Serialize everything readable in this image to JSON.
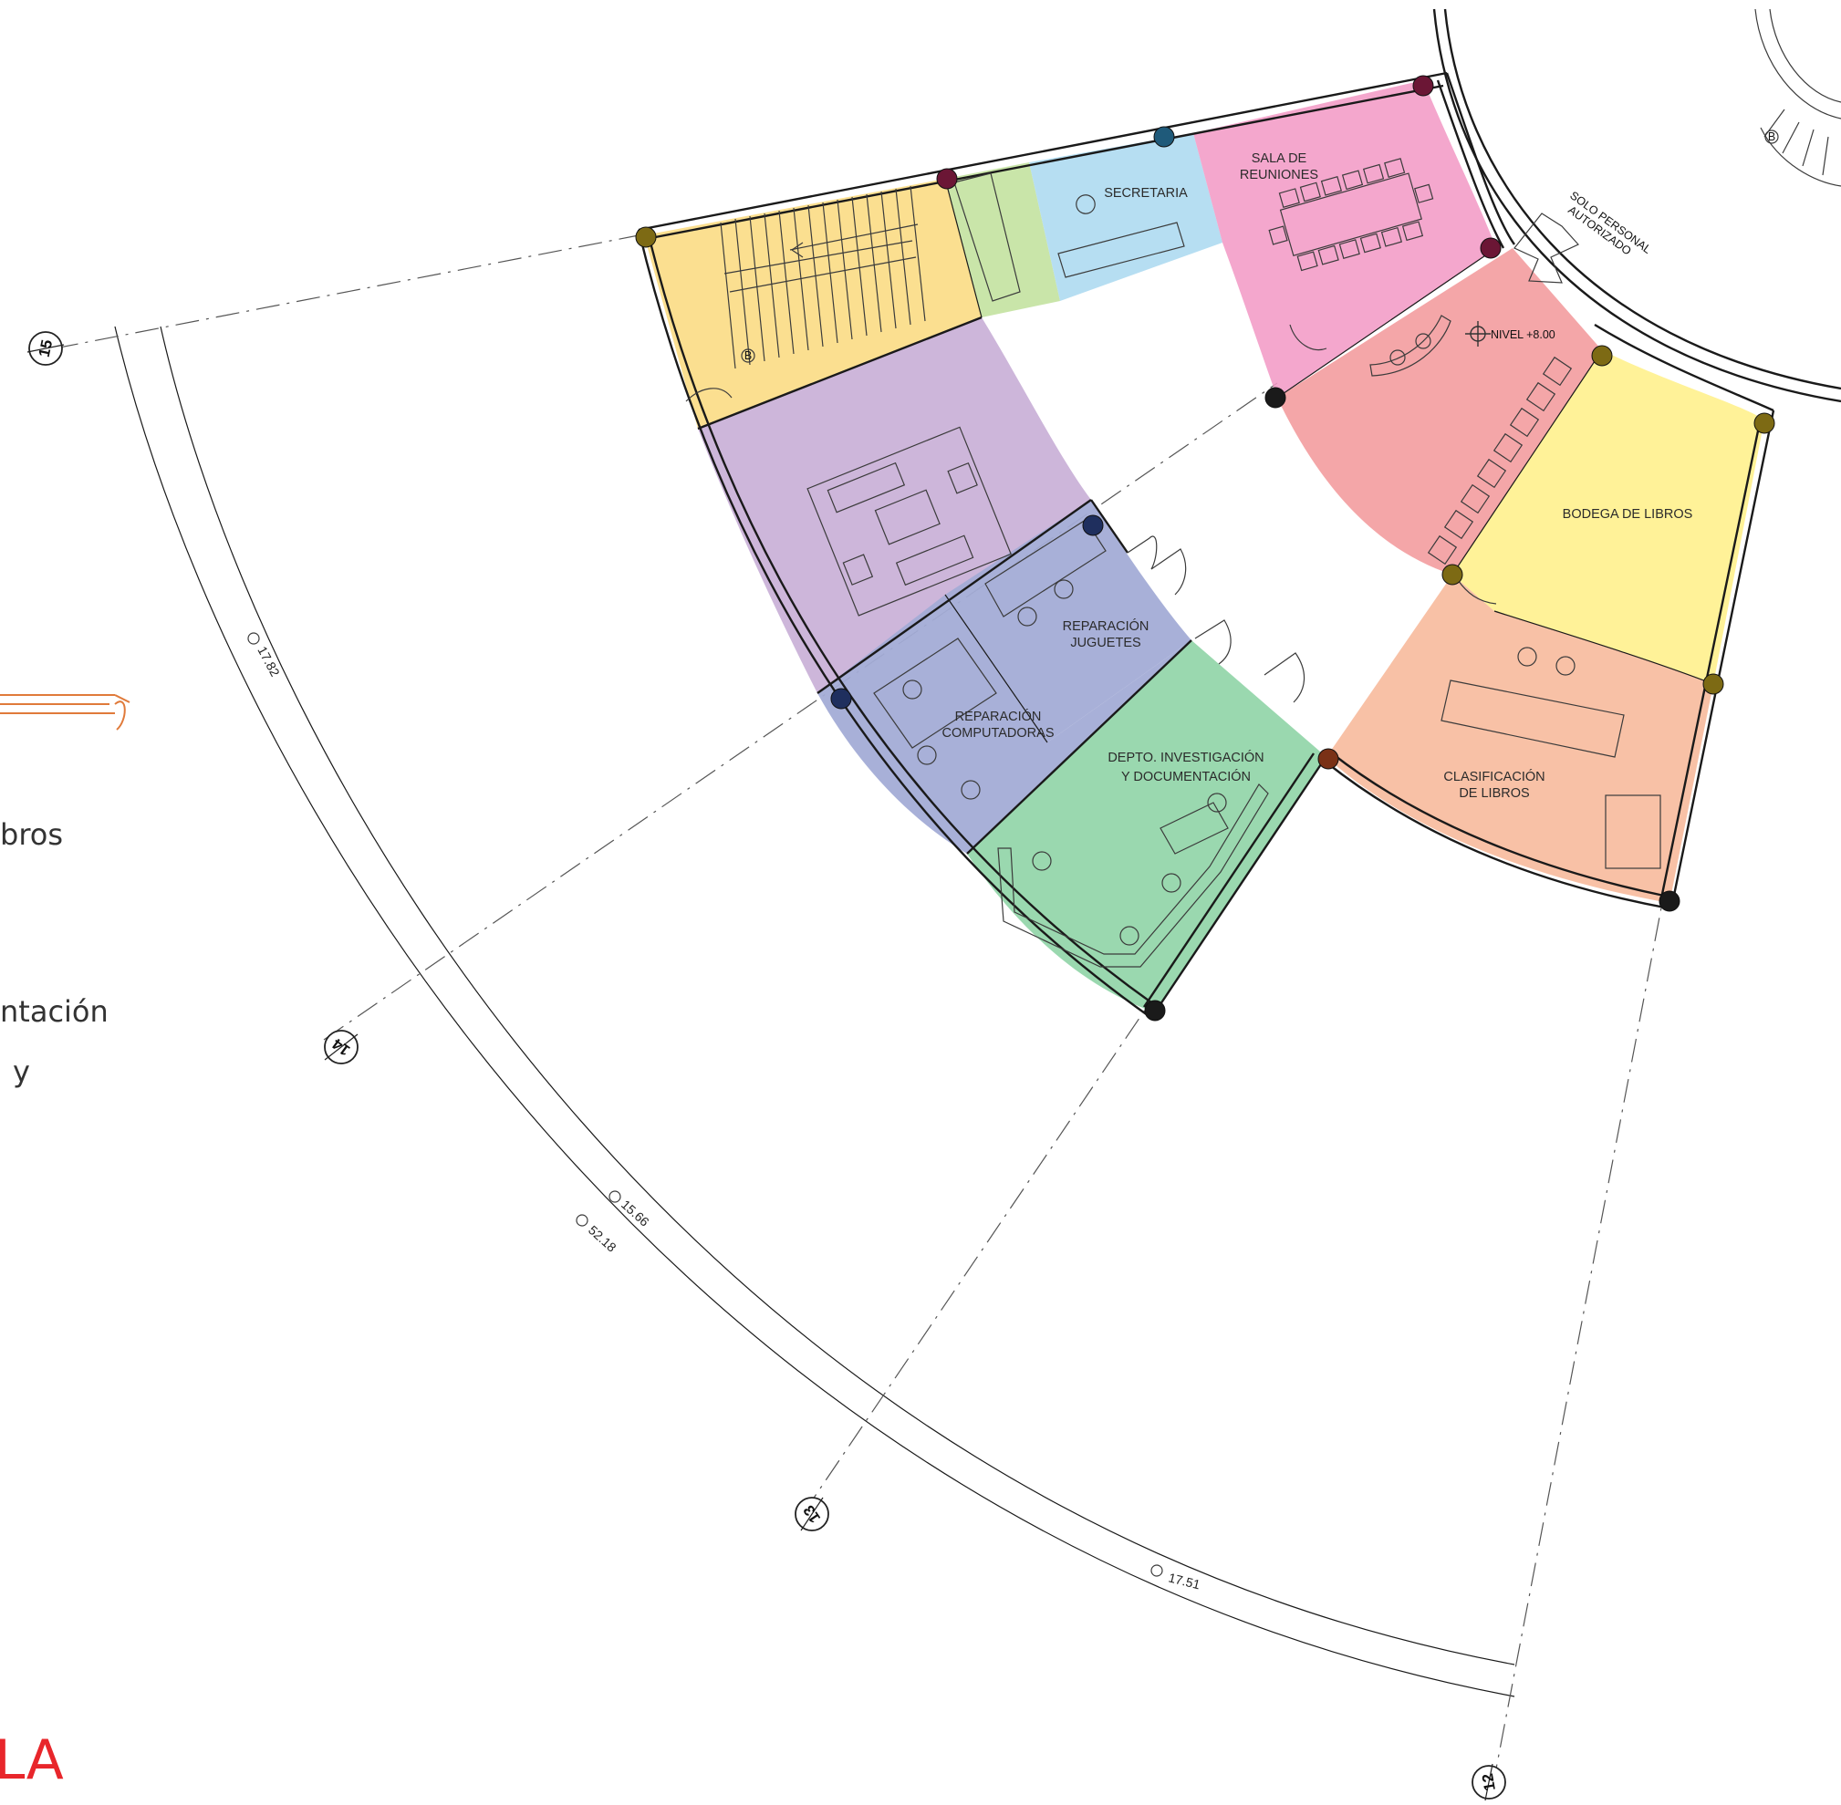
{
  "rooms": {
    "escaleras": {
      "color": "#f9d46b"
    },
    "vestibulo": {
      "color": "#bfe09a"
    },
    "secretaria": {
      "label": "SECRETARIA",
      "color": "#a9d8f0"
    },
    "sala_reuniones": {
      "label_line1": "SALA DE",
      "label_line2": "REUNIONES",
      "color": "#f29bc6"
    },
    "recepcion": {
      "color": "#f39a9c"
    },
    "bodega_libros": {
      "label": "BODEGA DE LIBROS",
      "color": "#fff08a"
    },
    "clasificacion_libros": {
      "label_line1": "CLASIFICACIÓN",
      "label_line2": "DE LIBROS",
      "color": "#f7b89a"
    },
    "estar": {
      "color": "#c8aed6"
    },
    "reparacion_juguetes": {
      "label_line1": "REPARACIÓN",
      "label_line2": "JUGUETES",
      "color": "#a3acd6"
    },
    "reparacion_computadoras": {
      "label_line1": "REPARACIÓN",
      "label_line2": "COMPUTADORAS",
      "color": "#a3acd6"
    },
    "investigacion": {
      "label_line1": "DEPTO. INVESTIGACIÓN",
      "label_line2": "Y DOCUMENTACIÓN",
      "color": "#8fd4a6"
    }
  },
  "annotations": {
    "nivel": "NIVEL +8.00",
    "restricted_line1": "SOLO PERSONAL",
    "restricted_line2": "AUTORIZADO",
    "stair_mark": "B",
    "stair_mark2": "B"
  },
  "dimensions": {
    "d1": "17.82",
    "d2": "15.66",
    "d3": "52.18",
    "d4": "17.51"
  },
  "axes": {
    "a15": "15",
    "a14": "14",
    "a13": "13",
    "a12": "12"
  },
  "legend": {
    "item1": "bros",
    "item2": "ntación",
    "item3": "y"
  },
  "scale_label": "LA",
  "colors": {
    "accent_orange": "#e07a3a",
    "scale_red": "#e8262b",
    "column_black": "#1a1a1a",
    "column_navy": "#1f2f5e",
    "column_olive": "#7d6a14",
    "column_maroon": "#6b1635",
    "column_green": "#5a6e1c",
    "column_blue": "#1f5a7a",
    "column_brown": "#7a3116"
  }
}
